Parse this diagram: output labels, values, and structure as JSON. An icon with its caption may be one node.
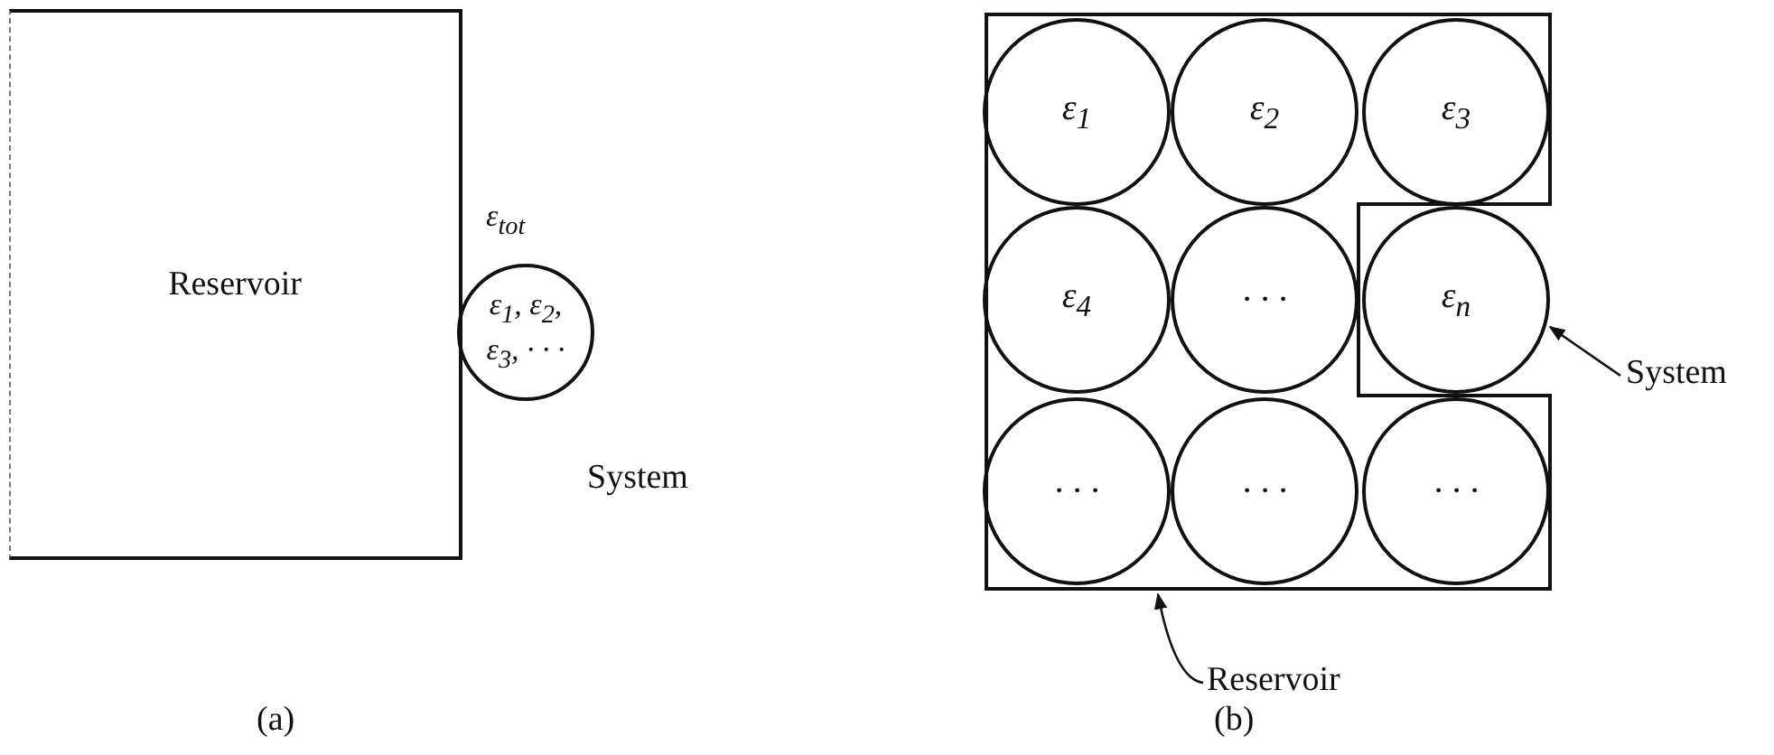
{
  "diagram": {
    "nodes": [
      {
        "text": [
          "Reservoir"
        ]
      },
      {
        "text": [
          "ε$_{tot}$",
          "ε$_{1}$, ε$_{2}$, ε$_{3}$, · · ·"
        ],
        "beside": [
          "System"
        ]
      },
      {
        "text": [],
        "shape": "box"
      },
      {
        "text": [
          "ε$_{1}$"
        ],
        "in": 2
      },
      {
        "text": [
          "ε$_{2}$"
        ],
        "in": 2
      },
      {
        "text": [
          "ε$_{3}$"
        ],
        "in": 2
      },
      {
        "text": [
          "ε$_{4}$"
        ],
        "in": 2
      },
      {
        "text": [
          "· · ·"
        ],
        "in": 2
      },
      {
        "text": [
          "ε$_{n}$"
        ]
      },
      {
        "text": [
          "· · ·"
        ],
        "in": 2
      },
      {
        "text": [
          "· · ·"
        ],
        "in": 2
      },
      {
        "text": [
          "· · ·"
        ],
        "in": 2
      },
      {
        "text": [
          "System"
        ]
      },
      {
        "text": [
          "Reservoir"
        ]
      }
    ],
    "edges": [
      {
        "from": 12,
        "to": 8,
        "arrow": "to"
      },
      {
        "from": 13,
        "to": 2,
        "arrow": "to"
      }
    ],
    "labels": [
      "(a)",
      "(b)"
    ]
  }
}
